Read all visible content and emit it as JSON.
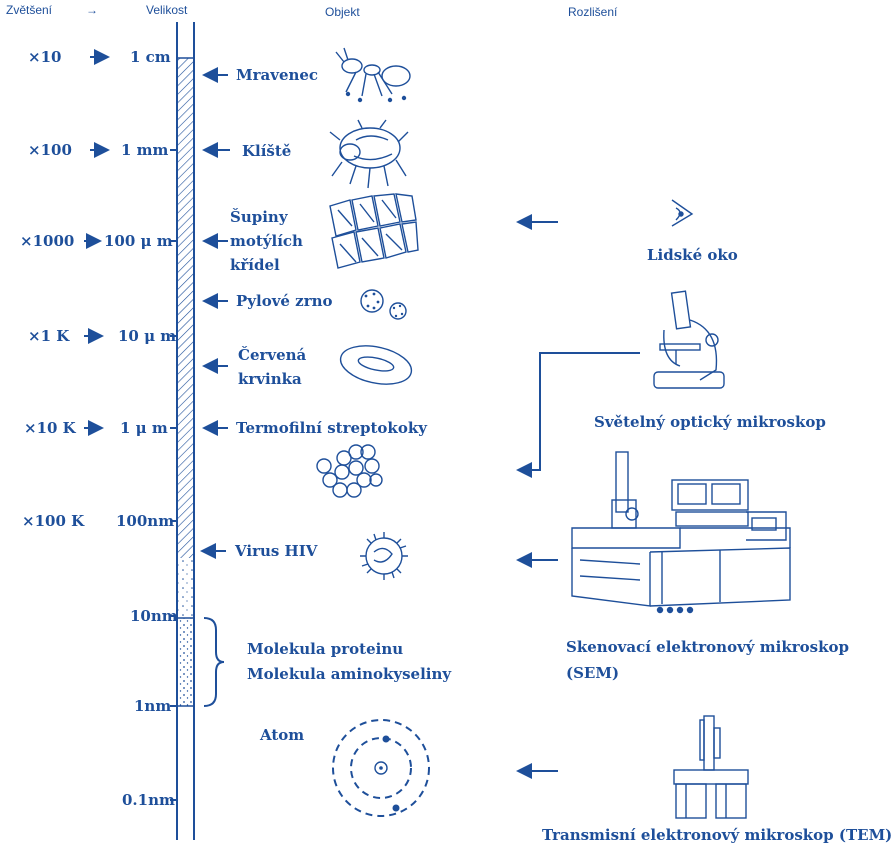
{
  "headers": {
    "magnification": "Zvětšení",
    "arrow": "→",
    "size": "Velikost",
    "object": "Objekt",
    "resolution": "Rozlišení"
  },
  "scale": [
    {
      "mag": "×10",
      "size": "1 cm"
    },
    {
      "mag": "×100",
      "size": "1 mm"
    },
    {
      "mag": "×1000",
      "size": "100 μ m"
    },
    {
      "mag": "×1 K",
      "size": "10 μ m"
    },
    {
      "mag": "×10 K",
      "size": "1 μ m"
    },
    {
      "mag": "×100 K",
      "size": "100nm"
    },
    {
      "mag": "",
      "size": "10nm"
    },
    {
      "mag": "",
      "size": "1nm"
    },
    {
      "mag": "",
      "size": "0.1nm"
    }
  ],
  "objects": {
    "ant": "Mravenec",
    "mite": "Klíště",
    "butterfly_line1": "Šupiny",
    "butterfly_line2": "motýlích",
    "butterfly_line3": "křídel",
    "pollen": "Pylové zrno",
    "rbc_line1": "Červená",
    "rbc_line2": "krvinka",
    "strepto": "Termofilní streptokoky",
    "hiv": "Virus HIV",
    "protein": "Molekula proteinu",
    "amino": "Molekula aminokyseliny",
    "atom": "Atom"
  },
  "instruments": {
    "eye": "Lidské oko",
    "optical": "Světelný optický mikroskop",
    "sem_line1": "Skenovací elektronový mikroskop",
    "sem_line2": "(SEM)",
    "tem": "Transmisní elektronový mikroskop (TEM)"
  },
  "colors": {
    "ink": "#1e4f9a",
    "background": "#ffffff"
  }
}
